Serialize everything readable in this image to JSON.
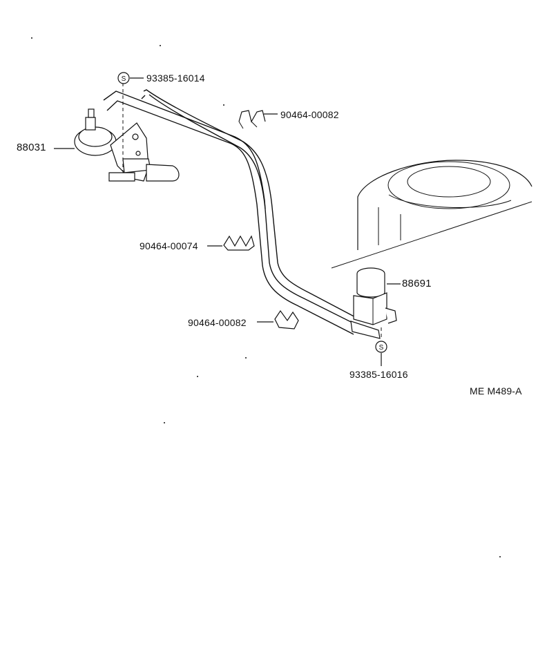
{
  "diagram": {
    "code": "ME M489-A",
    "parts": {
      "vsv_valve": "88031",
      "vacuum_switch": "88691",
      "bolt_top": "93385-16014",
      "bolt_bottom": "93385-16016",
      "clamp_top": "90464-00082",
      "clamp_middle": "90464-00074",
      "clamp_bottom": "90464-00082"
    },
    "symbol_letter": "S"
  }
}
